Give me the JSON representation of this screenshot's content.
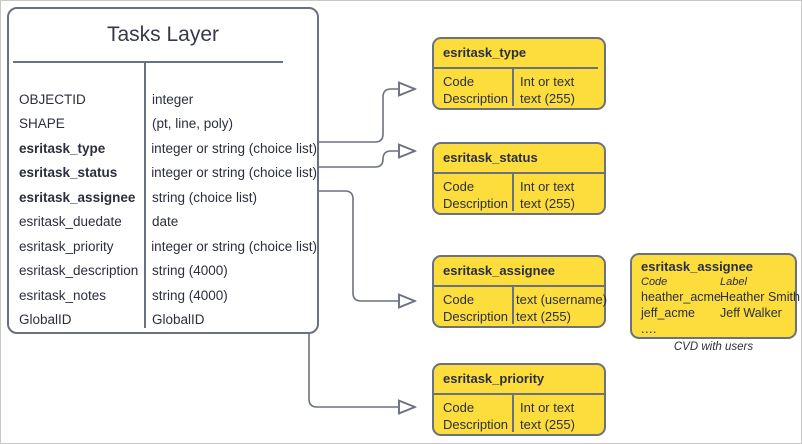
{
  "diagram": {
    "title": "Esri Tasks Layer schema with coded value domains",
    "accent_yellow": "#fcdd3c",
    "stroke_color": "#6a717f",
    "text_color": "#2b2f3c"
  },
  "main_entity": {
    "title": "Tasks Layer",
    "fields": [
      {
        "name": "OBJECTID",
        "type": "integer",
        "bold": false
      },
      {
        "name": "SHAPE",
        "type": "(pt, line, poly)",
        "bold": false
      },
      {
        "name": "esritask_type",
        "type": "integer or string (choice list)",
        "bold": true
      },
      {
        "name": "esritask_status",
        "type": "integer or string (choice list)",
        "bold": true
      },
      {
        "name": "esritask_assignee",
        "type": "string (choice list)",
        "bold": true
      },
      {
        "name": "esritask_duedate",
        "type": "date",
        "bold": false
      },
      {
        "name": "esritask_priority",
        "type": "integer or string (choice list)",
        "bold": false
      },
      {
        "name": "esritask_description",
        "type": "string (4000)",
        "bold": false
      },
      {
        "name": "esritask_notes",
        "type": "string (4000)",
        "bold": false
      },
      {
        "name": "GlobalID",
        "type": "GlobalID",
        "bold": false
      }
    ]
  },
  "domains": [
    {
      "header": "esritask_type",
      "left_line1": "Code",
      "left_line2": "Description",
      "right_line1": "Int or text",
      "right_line2": "text (255)"
    },
    {
      "header": "esritask_status",
      "left_line1": "Code",
      "left_line2": "Description",
      "right_line1": "Int or text",
      "right_line2": "text (255)"
    },
    {
      "header": "esritask_assignee",
      "left_line1": "Code",
      "left_line2": "Description",
      "right_line1": "text  (username)",
      "right_line2": "text (255)"
    },
    {
      "header": "esritask_priority",
      "left_line1": "Code",
      "left_line2": "Description",
      "right_line1": "Int or text",
      "right_line2": "text (255)"
    }
  ],
  "cvd_sample": {
    "header": "esritask_assignee",
    "col1_header": "Code",
    "col2_header": "Label",
    "rows": [
      {
        "code": "heather_acme",
        "label": "Heather Smith"
      },
      {
        "code": "jeff_acme",
        "label": "Jeff Walker"
      }
    ],
    "ellipsis": "....",
    "caption": "CVD with users"
  }
}
